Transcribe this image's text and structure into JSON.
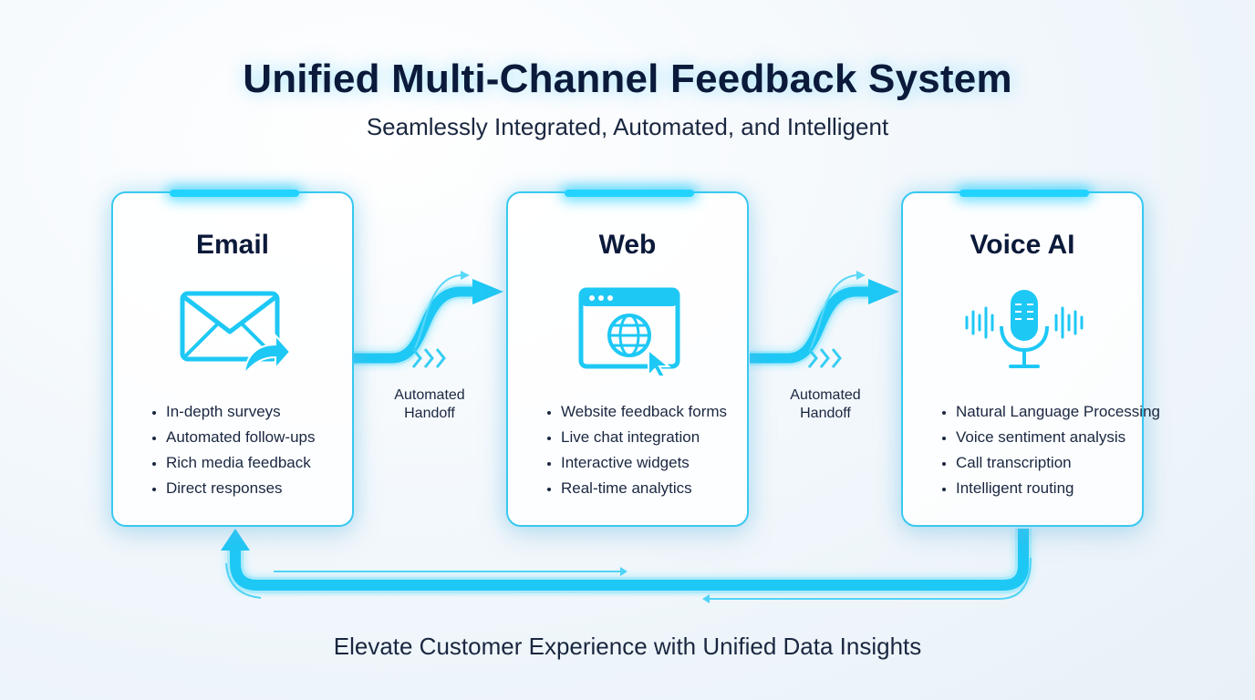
{
  "title": "Unified Multi-Channel Feedback System",
  "subtitle": "Seamlessly Integrated, Automated, and Intelligent",
  "accent_color": "#1ec8f5",
  "cards": [
    {
      "title": "Email",
      "icon": "email-forward-icon",
      "items": [
        "In-depth surveys",
        "Automated follow-ups",
        "Rich media feedback",
        "Direct responses"
      ]
    },
    {
      "title": "Web",
      "icon": "browser-globe-icon",
      "items": [
        "Website feedback forms",
        "Live chat integration",
        "Interactive widgets",
        "Real-time analytics"
      ]
    },
    {
      "title": "Voice AI",
      "icon": "microphone-waveform-icon",
      "items": [
        "Natural Language Processing",
        "Voice sentiment analysis",
        "Call transcription",
        "Intelligent routing"
      ]
    }
  ],
  "connectors": [
    {
      "line1": "Automated",
      "line2": "Handoff"
    },
    {
      "line1": "Automated",
      "line2": "Handoff"
    }
  ],
  "footer": "Elevate Customer Experience with Unified Data Insights"
}
